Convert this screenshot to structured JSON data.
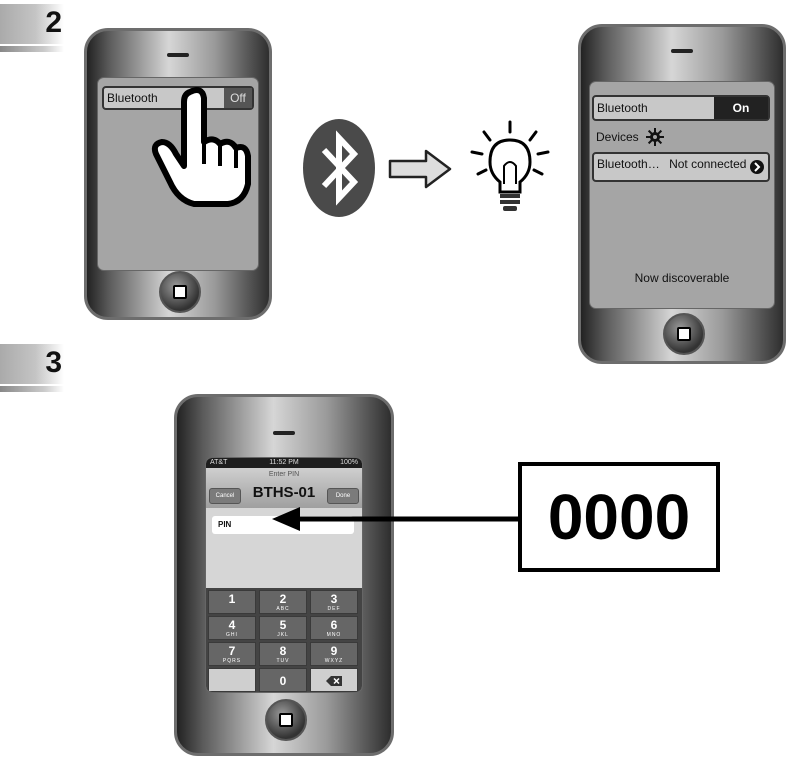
{
  "steps": {
    "two": {
      "number": "2",
      "phone_left": {
        "bluetooth_label": "Bluetooth",
        "toggle_state": "Off"
      },
      "phone_right": {
        "bluetooth_label": "Bluetooth",
        "toggle_state": "On",
        "devices_label": "Devices",
        "device_name": "Bluetooth…",
        "device_status": "Not connected",
        "discoverable_text": "Now discoverable"
      }
    },
    "three": {
      "number": "3",
      "status_bar": {
        "carrier": "AT&T",
        "time": "11:52 PM",
        "battery": "100%"
      },
      "nav": {
        "prompt": "Enter PIN",
        "title": "BTHS-01",
        "cancel": "Cancel",
        "done": "Done"
      },
      "pin_placeholder": "PIN",
      "keypad": [
        {
          "digit": "1",
          "letters": ""
        },
        {
          "digit": "2",
          "letters": "ABC"
        },
        {
          "digit": "3",
          "letters": "DEF"
        },
        {
          "digit": "4",
          "letters": "GHI"
        },
        {
          "digit": "5",
          "letters": "JKL"
        },
        {
          "digit": "6",
          "letters": "MNO"
        },
        {
          "digit": "7",
          "letters": "PQRS"
        },
        {
          "digit": "8",
          "letters": "TUV"
        },
        {
          "digit": "9",
          "letters": "WXYZ"
        },
        {
          "digit": "0",
          "letters": ""
        }
      ],
      "pin_code": "0000"
    }
  },
  "icons": {
    "bluetooth": "bluetooth-icon",
    "arrow": "arrow-right-icon",
    "bulb": "lightbulb-icon",
    "hand": "pointing-hand-icon",
    "gear": "gear-icon",
    "chevron": "chevron-right-icon",
    "backspace": "backspace-icon"
  }
}
